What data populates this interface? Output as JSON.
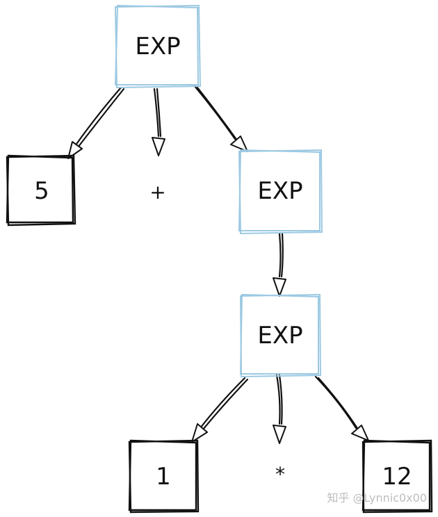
{
  "diagram": {
    "nodes": {
      "root": {
        "label": "EXP",
        "kind": "nonterminal"
      },
      "left_num": {
        "label": "5",
        "kind": "terminal"
      },
      "plus": {
        "label": "+",
        "kind": "operator"
      },
      "exp_mid": {
        "label": "EXP",
        "kind": "nonterminal"
      },
      "exp_low": {
        "label": "EXP",
        "kind": "nonterminal"
      },
      "num_one": {
        "label": "1",
        "kind": "terminal"
      },
      "star": {
        "label": "*",
        "kind": "operator"
      },
      "num_twelve": {
        "label": "12",
        "kind": "terminal"
      }
    },
    "edges": [
      {
        "from": "root",
        "to": "left_num"
      },
      {
        "from": "root",
        "to": "plus"
      },
      {
        "from": "root",
        "to": "exp_mid"
      },
      {
        "from": "exp_mid",
        "to": "exp_low"
      },
      {
        "from": "exp_low",
        "to": "num_one"
      },
      {
        "from": "exp_low",
        "to": "star"
      },
      {
        "from": "exp_low",
        "to": "num_twelve"
      }
    ],
    "colors": {
      "nonterminal_border": "#9cc9e2",
      "terminal_border": "#111111",
      "edge": "#111111",
      "watermark": "#bdbdbd"
    }
  },
  "watermark": "知乎 @Lynnic0x00"
}
